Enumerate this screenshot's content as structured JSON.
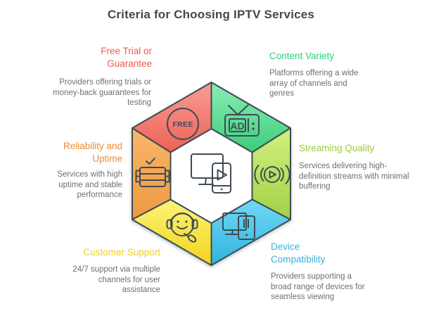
{
  "title": "Criteria for Choosing IPTV Services",
  "colors": {
    "outline": "#3f4b55",
    "title_text": "#474747",
    "body_text": "#6f6f6f"
  },
  "segments": [
    {
      "id": "free_trial",
      "position": "top-left",
      "heading": "Free Trial or Guarantee",
      "description": "Providers offering trials or money-back guarantees for testing",
      "heading_color": "#ee5a4f",
      "fill_light": "#f89d93",
      "fill_dark": "#ec6257",
      "icon": "free-stamp-icon"
    },
    {
      "id": "content_variety",
      "position": "top-right",
      "heading": "Content Variety",
      "description": "Platforms offering a wide array of channels and genres",
      "heading_color": "#2ecc7e",
      "fill_light": "#8beeb4",
      "fill_dark": "#3ccd7c",
      "icon": "tv-ad-icon"
    },
    {
      "id": "reliability_uptime",
      "position": "left",
      "heading": "Reliability and Uptime",
      "description": "Services with high uptime and stable performance",
      "heading_color": "#ec8b35",
      "fill_light": "#f9b76a",
      "fill_dark": "#ee9840",
      "icon": "server-check-icon"
    },
    {
      "id": "streaming_quality",
      "position": "right",
      "heading": "Streaming Quality",
      "description": "Services delivering high-definition streams with minimal buffering",
      "heading_color": "#a0cc39",
      "fill_light": "#d3ef7e",
      "fill_dark": "#a0d246",
      "icon": "broadcast-play-icon"
    },
    {
      "id": "customer_support",
      "position": "bottom-left",
      "heading": "Customer Support",
      "description": "24/7 support via multiple channels for user assistance",
      "heading_color": "#edd11d",
      "fill_light": "#fdf377",
      "fill_dark": "#f2d51c",
      "icon": "support-agent-icon"
    },
    {
      "id": "device_compatibility",
      "position": "bottom-right",
      "heading": "Device Compatibility",
      "description": "Providers supporting a broad range of devices for seamless viewing",
      "heading_color": "#38b3dc",
      "fill_light": "#72d8f4",
      "fill_dark": "#2fb3e0",
      "icon": "multi-device-icon"
    }
  ],
  "icon_labels": {
    "free_stamp": "FREE",
    "tv_screen": "AD"
  },
  "center_icon": "screen-mirroring-play-icon"
}
